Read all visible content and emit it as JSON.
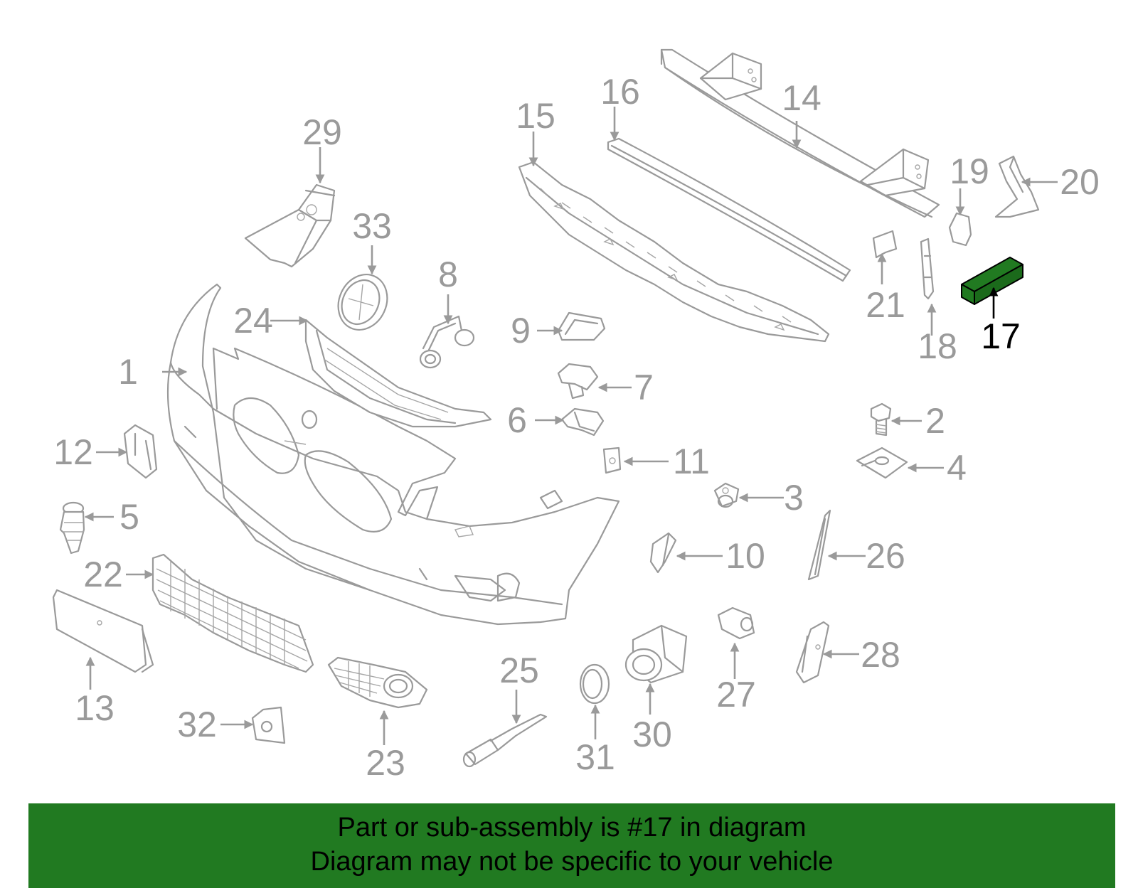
{
  "diagram": {
    "highlight_color": "#217a21",
    "callouts": {
      "c1": "1",
      "c2": "2",
      "c3": "3",
      "c4": "4",
      "c5": "5",
      "c6": "6",
      "c7": "7",
      "c8": "8",
      "c9": "9",
      "c10": "10",
      "c11": "11",
      "c12": "12",
      "c13": "13",
      "c14": "14",
      "c15": "15",
      "c16": "16",
      "c17": "17",
      "c18": "18",
      "c19": "19",
      "c20": "20",
      "c21": "21",
      "c22": "22",
      "c23": "23",
      "c24": "24",
      "c25": "25",
      "c26": "26",
      "c27": "27",
      "c28": "28",
      "c29": "29",
      "c30": "30",
      "c31": "31",
      "c32": "32",
      "c33": "33"
    }
  },
  "banner": {
    "line1": "Part or sub-assembly is #17 in diagram",
    "line2": "Diagram may not be specific to your vehicle",
    "background": "#217a21"
  }
}
